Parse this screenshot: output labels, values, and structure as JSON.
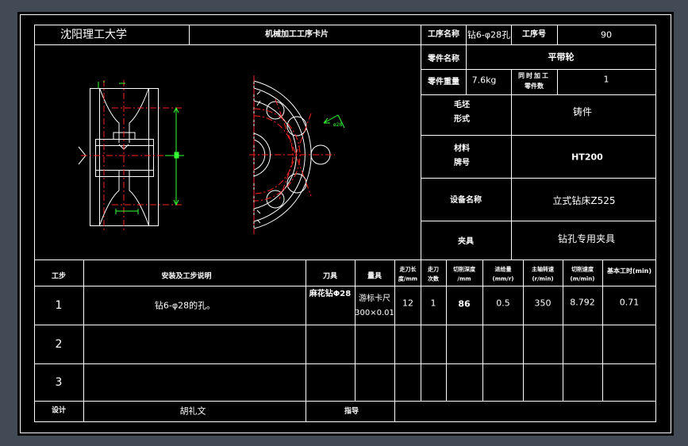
{
  "header": {
    "university": "沈阳理工大学",
    "card_title": "机械加工工序卡片",
    "process_name_label": "工序名称",
    "process_name_value": "钻6-φ28孔",
    "process_no_label": "工序号",
    "process_no_value": "90"
  },
  "part": {
    "name_label": "零件名称",
    "name_value": "平带轮",
    "weight_label": "零件重量",
    "weight_value": "7.6kg",
    "simul_label_1": "同时加工",
    "simul_label_2": "零件数",
    "simul_value": "1"
  },
  "info": {
    "blank_label_1": "毛坯",
    "blank_label_2": "形式",
    "blank_value": "铸件",
    "material_label_1": "材料",
    "material_label_2": "牌号",
    "material_value": "HT200",
    "equipment_label": "设备名称",
    "equipment_value": "立式钻床Z525",
    "fixture_label": "夹具",
    "fixture_value": "钻孔专用夹具"
  },
  "table": {
    "headers": {
      "step": "工步",
      "content": "安装及工步说明",
      "tool": "刀具",
      "gauge": "量具",
      "feed_len_1": "走刀长",
      "feed_len_2": "度/mm",
      "passes_1": "走刀",
      "passes_2": "次数",
      "depth_1": "切削深度",
      "depth_2": "/mm",
      "feed_1": "进给量",
      "feed_2": "(mm/r)",
      "speed_1": "主轴转速",
      "speed_2": "(r/min)",
      "cut_speed_1": "切削速度",
      "cut_speed_2": "(m/min)",
      "time": "基本工时(min)"
    },
    "rows": [
      {
        "step": "1",
        "content": "钻6-φ28的孔。",
        "tool": "麻花钻Φ28",
        "gauge_1": "游标卡尺",
        "gauge_2": "300×0.01",
        "feed_len": "12",
        "passes": "1",
        "depth": "86",
        "feed": "0.5",
        "speed": "350",
        "cut_speed": "8.792",
        "time": "0.71"
      },
      {
        "step": "2"
      },
      {
        "step": "3"
      }
    ]
  },
  "footer": {
    "design_label": "设计",
    "design_value": "胡礼文",
    "guide_label": "指导"
  },
  "colors": {
    "background": "#424a55",
    "paper": "#000000",
    "lines": "#ffffff",
    "dimensions": "#33ff33",
    "centerlines": "#ff2222"
  }
}
